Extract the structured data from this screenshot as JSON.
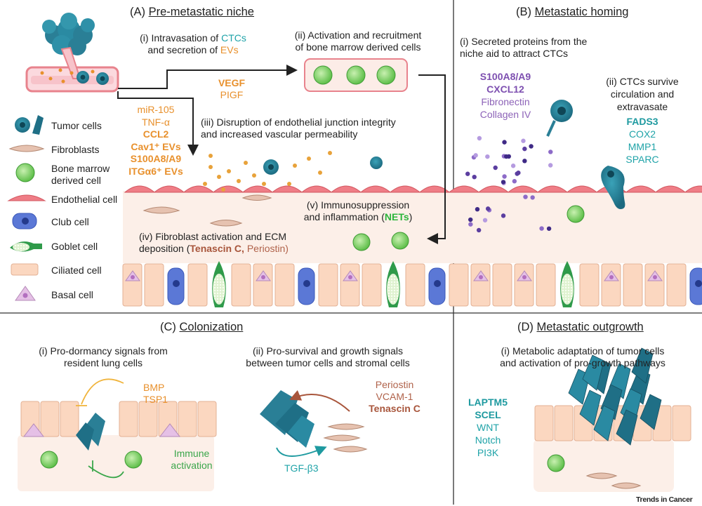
{
  "panels": {
    "a": {
      "letter": "(A) ",
      "title": "Pre-metastatic niche",
      "step_i_prefix": "(i) Intravasation of ",
      "step_i_ctcs": "CTCs",
      "step_i_and": "and secretion of ",
      "step_i_evs": "EVs",
      "step_ii_line1": "(ii) Activation and recruitment",
      "step_ii_line2": "of bone marrow derived cells",
      "step_iii_line1": "(iii) Disruption of endothelial junction integrity",
      "step_iii_line2": "and increased vascular permeability",
      "step_iv_line1": "(iv) Fibroblast activation and ECM",
      "step_iv_prefix": "deposition (",
      "step_iv_tenascin": "Tenascin C,",
      "step_iv_periostin": " Periostin)",
      "step_v_line1": "(v) Immunosuppression",
      "step_v_prefix": "and inflammation (",
      "step_v_nets": "NETs",
      "step_v_suffix": ")",
      "vegf": "VEGF",
      "pigf": "PIGF",
      "factors": {
        "mir105": "miR-105",
        "tnf": "TNF-α",
        "ccl2": "CCL2",
        "cav1": "Cav1⁺ EVs",
        "s100": "S100A8/A9",
        "itg": "ITGα6⁺ EVs"
      }
    },
    "b": {
      "letter": "(B) ",
      "title": "Metastatic homing",
      "step_i_line1": "(i) Secreted proteins from the",
      "step_i_line2": "niche aid to attract CTCs",
      "step_ii_line1": "(ii) CTCs survive",
      "step_ii_line2": "circulation and",
      "step_ii_line3": "extravasate",
      "purple_factors": [
        "S100A8/A9",
        "CXCL12",
        "Fibronectin",
        "Collagen IV"
      ],
      "teal_factors": [
        "FADS3",
        "COX2",
        "MMP1",
        "SPARC"
      ]
    },
    "c": {
      "letter": "(C) ",
      "title": "Colonization",
      "step_i_line1": "(i) Pro-dormancy signals from",
      "step_i_line2": "resident lung cells",
      "step_ii_line1": "(ii) Pro-survival and growth signals",
      "step_ii_line2": "between tumor cells and stromal cells",
      "bmp": "BMP",
      "tsp1": "TSP1",
      "immune_line1": "Immune",
      "immune_line2": "activation",
      "periostin": "Periostin",
      "vcam": "VCAM-1",
      "tenascin": "Tenascin C",
      "tgfb": "TGF-β3"
    },
    "d": {
      "letter": "(D) ",
      "title": "Metastatic outgrowth",
      "step_i_line1": "(i) Metabolic adaptation of tumor cells",
      "step_i_line2": "and activation of pro-growth pathways",
      "factors": [
        "LAPTM5",
        "SCEL",
        "WNT",
        "Notch",
        "PI3K"
      ]
    }
  },
  "legend": {
    "items": [
      {
        "label": "Tumor cells",
        "icon": "tumor-cell-icon"
      },
      {
        "label": "Fibroblasts",
        "icon": "fibroblast-icon"
      },
      {
        "label": "Bone marrow derived cell",
        "line1": "Bone marrow",
        "line2": "derived cell",
        "icon": "bone-marrow-cell-icon"
      },
      {
        "label": "Endothelial cell",
        "icon": "endothelial-cell-icon"
      },
      {
        "label": "Club cell",
        "icon": "club-cell-icon"
      },
      {
        "label": "Goblet cell",
        "icon": "goblet-cell-icon"
      },
      {
        "label": "Ciliated cell",
        "icon": "ciliated-cell-icon"
      },
      {
        "label": "Basal cell",
        "icon": "basal-cell-icon"
      }
    ]
  },
  "footer": {
    "journal": "Trends in Cancer"
  },
  "colors": {
    "tumor": "#2a7f96",
    "orange": "#e8902c",
    "purple": "#7d4fb0",
    "teal": "#1e9aa0",
    "brown": "#a8553b",
    "green": "#3aa64a",
    "stroma": "#fdf0ea",
    "endothelial": "#ef7d86"
  }
}
